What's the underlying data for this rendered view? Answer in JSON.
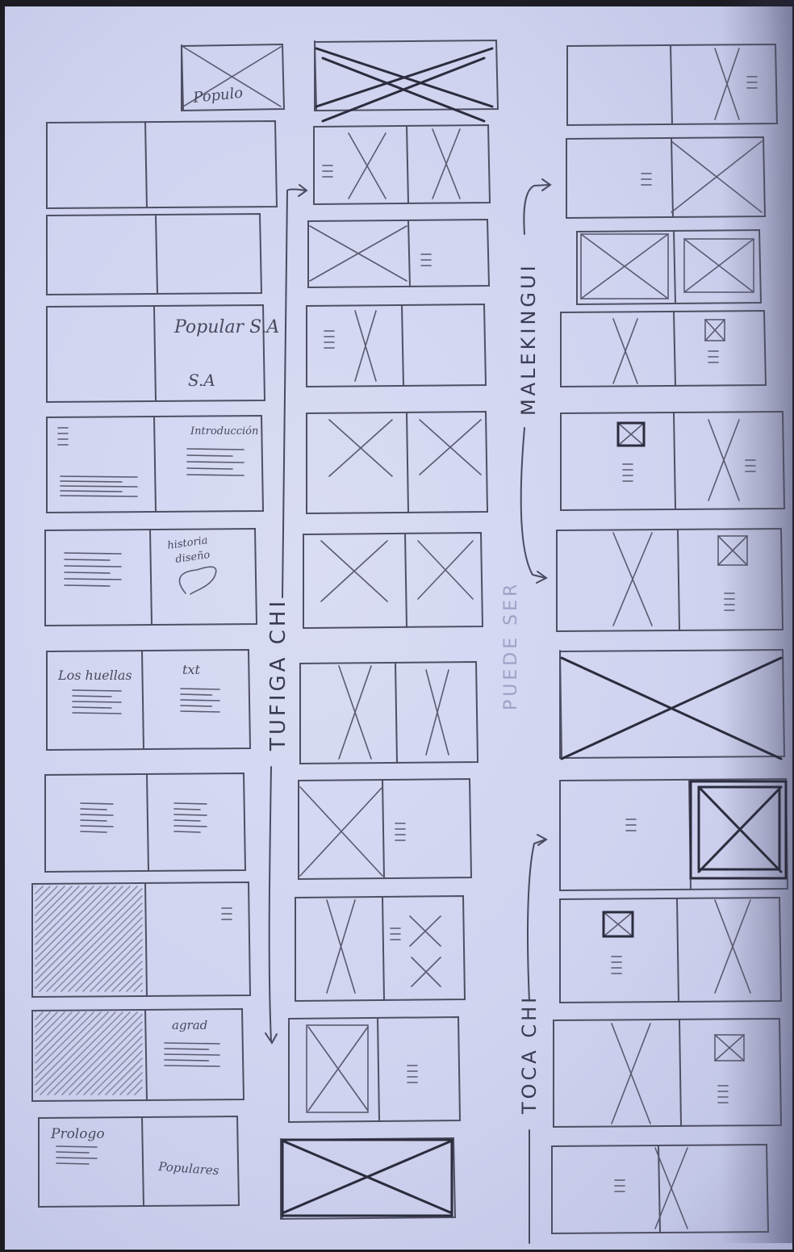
{
  "sketch": {
    "annotations": {
      "populao_top": "Populo",
      "popular_sa": "Popular S.A",
      "sa": "S.A",
      "introduccion": "Introducción",
      "historia": "historia",
      "diseno": "diseño",
      "los_huellas": "Los huellas",
      "txt": "txt",
      "agrad": "agrad",
      "prologo": "Prologo",
      "popular_bottom": "Populares"
    },
    "vertical_labels": {
      "tufiga": "TUFIGA CHI",
      "malekingui": "MALEKINGUI",
      "faint": "PUEDE SER",
      "toca": "TOCA CHI"
    }
  }
}
